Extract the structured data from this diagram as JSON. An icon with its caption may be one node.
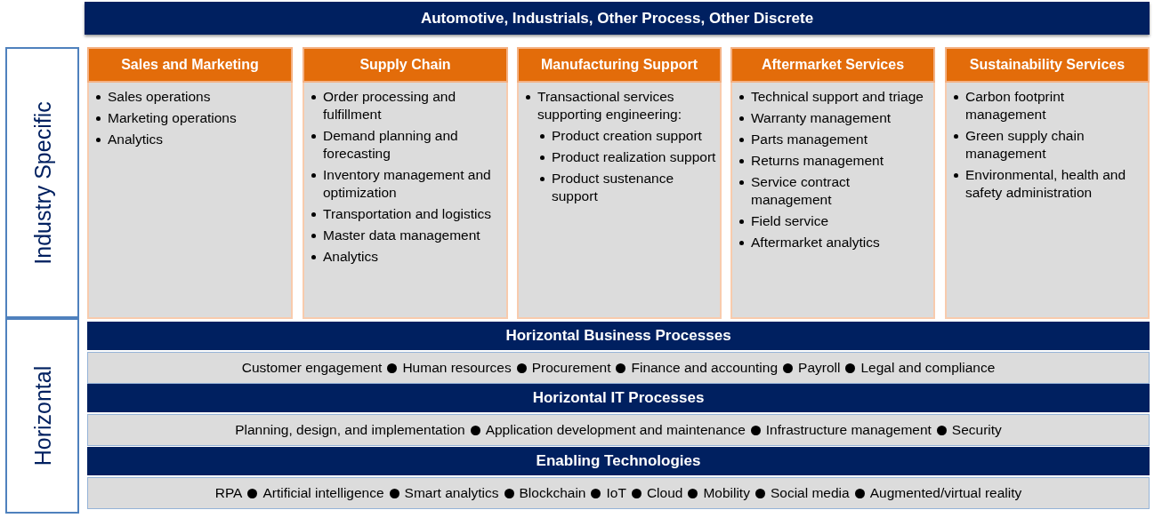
{
  "diagram": {
    "nodes": [
      {
        "text": [
          "Automotive, Industrials, Other Process, Other Discrete"
        ]
      },
      {
        "text": [
          "Industry Specific"
        ]
      },
      {
        "text": [
          "Horizontal"
        ]
      },
      {
        "text": [
          "Sales and Marketing",
          "Sales operations",
          "Marketing operations",
          "Analytics"
        ]
      },
      {
        "text": [
          "Supply Chain",
          "Order processing and fulfillment",
          "Demand planning and forecasting",
          "Inventory management and optimization",
          "Transportation and logistics",
          "Master data management",
          "Analytics"
        ]
      },
      {
        "text": [
          "Manufacturing Support",
          "Transactional services supporting engineering:",
          "Product creation support",
          "Product realization support",
          "Product sustenance support"
        ]
      },
      {
        "text": [
          "Aftermarket Services",
          "Technical support and triage",
          "Warranty management",
          "Parts management",
          "Returns management",
          "Service contract management",
          "Field service",
          "Aftermarket analytics"
        ]
      },
      {
        "text": [
          "Sustainability Services",
          "Carbon footprint management",
          "Green supply chain management",
          "Environmental, health and safety administration"
        ]
      },
      {
        "text": [
          "Horizontal Business Processes",
          "Customer engagement",
          "Human resources",
          "Procurement",
          "Finance and accounting",
          "Payroll",
          "Legal and compliance"
        ]
      },
      {
        "text": [
          "Horizontal IT Processes",
          "Planning, design, and implementation",
          "Application development and maintenance",
          "Infrastructure management",
          "Security"
        ]
      },
      {
        "text": [
          "Enabling Technologies",
          "RPA",
          "Artificial intelligence",
          "Smart analytics",
          "Blockchain",
          "IoT",
          "Cloud",
          "Mobility",
          "Social media",
          "Augmented/virtual reality"
        ]
      }
    ]
  }
}
